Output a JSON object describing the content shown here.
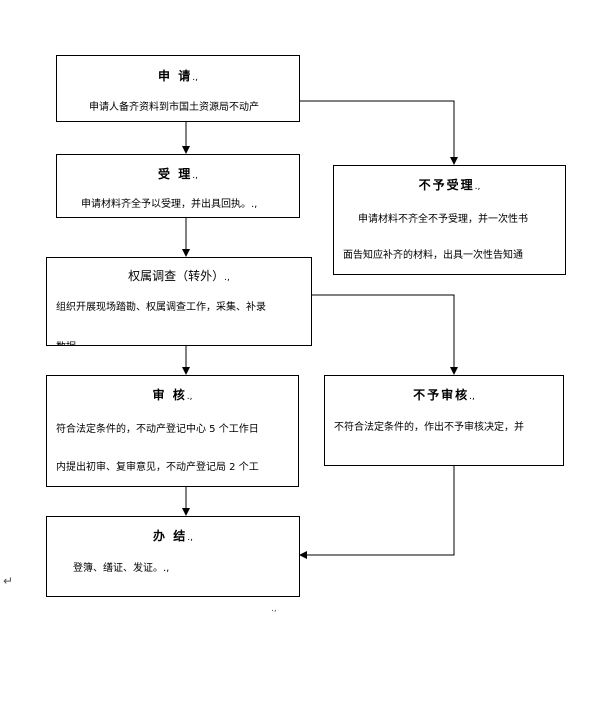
{
  "boxes": {
    "apply": {
      "title": "申  请",
      "mark": ".,",
      "lines": [
        "申请人备齐资料到市国土资源局不动产"
      ]
    },
    "accept": {
      "title": "受  理",
      "mark": ".,",
      "lines": [
        "申请材料齐全予以受理，并出具回执。.,"
      ]
    },
    "reject_accept": {
      "title": "不予受理",
      "mark": ".,",
      "lines": [
        "申请材料不齐全不予受理，并一次性书",
        "面告知应补齐的材料，出具一次性告知通"
      ]
    },
    "survey": {
      "title": "权属调查（转外）",
      "mark": ".,",
      "lines": [
        "组织开展现场踏勘、权属调查工作，采集、补录",
        "数据"
      ]
    },
    "review": {
      "title": "审  核",
      "mark": ".,",
      "lines": [
        "符合法定条件的，不动产登记中心 5 个工作日",
        "内提出初审、复审意见，不动产登记局 2 个工"
      ]
    },
    "reject_review": {
      "title": "不予审核",
      "mark": ".,",
      "lines": [
        "不符合法定条件的，作出不予审核决定，并"
      ]
    },
    "complete": {
      "title": "办  结",
      "mark": ".,",
      "lines": [
        "登簿、缮证、发证。.,"
      ]
    }
  },
  "stray_marks": [
    "↵",
    ".,"
  ]
}
